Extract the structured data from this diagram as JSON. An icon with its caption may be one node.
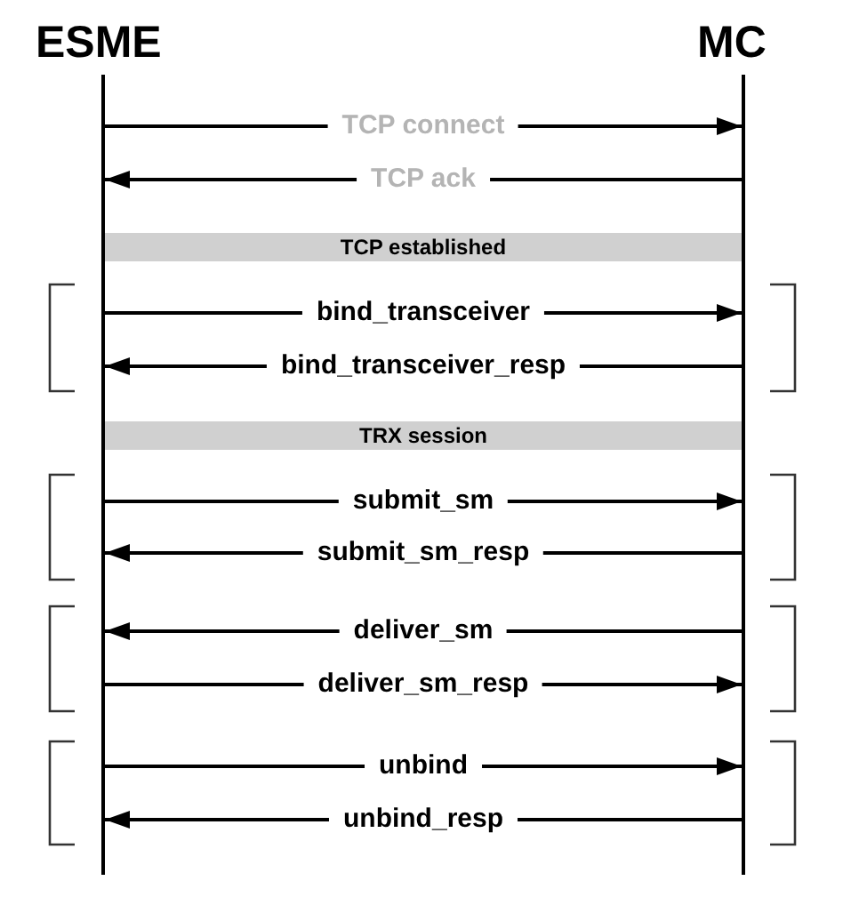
{
  "diagram": {
    "nodes": [
      {
        "text": [
          "ESME"
        ]
      },
      {
        "text": [
          "MC"
        ]
      },
      {
        "text": [],
        "shape": "line"
      },
      {
        "text": [],
        "shape": "line"
      },
      {
        "text": [
          "TCP established"
        ]
      },
      {
        "text": [
          "TRX session"
        ]
      }
    ],
    "edges": [
      {
        "from": 2,
        "to": 3,
        "arrow": "to",
        "label": "TCP connect"
      },
      {
        "from": 3,
        "to": 2,
        "arrow": "to",
        "label": "TCP ack"
      },
      {
        "from": 2,
        "to": 3,
        "arrow": "to",
        "label": "bind_transceiver"
      },
      {
        "from": 3,
        "to": 2,
        "arrow": "to",
        "label": "bind_transceiver_resp"
      },
      {
        "from": 2,
        "to": 3,
        "arrow": "to",
        "label": "submit_sm"
      },
      {
        "from": 3,
        "to": 2,
        "arrow": "to",
        "label": "submit_sm_resp"
      },
      {
        "from": 3,
        "to": 2,
        "arrow": "to",
        "label": "deliver_sm"
      },
      {
        "from": 2,
        "to": 3,
        "arrow": "to",
        "label": "deliver_sm_resp"
      },
      {
        "from": 2,
        "to": 3,
        "arrow": "to",
        "label": "unbind"
      },
      {
        "from": 3,
        "to": 2,
        "arrow": "to",
        "label": "unbind_resp"
      }
    ]
  }
}
